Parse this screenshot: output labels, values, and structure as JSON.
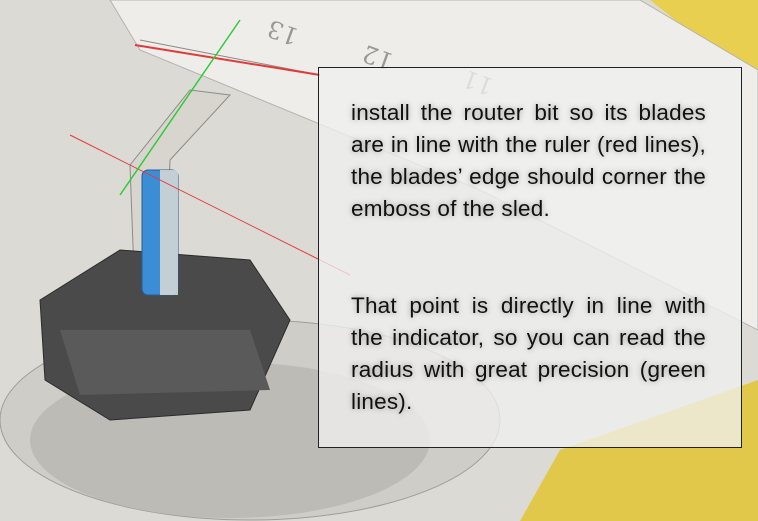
{
  "instructions": {
    "paragraph_1": "install the router bit so its blades are in line with the ruler (red lines), the blades’ edge should corner the emboss of the sled.",
    "paragraph_2": "That point is directly in line with the indicator, so you can read the radius with great precision (green lines)."
  },
  "ruler": {
    "labels": [
      "13",
      "12",
      "11"
    ]
  },
  "colors": {
    "guide_red": "#e23a3a",
    "guide_green": "#2fcc3a",
    "router_bit": "#3b8ed6",
    "sled_yellow": "#e9cf4f"
  }
}
